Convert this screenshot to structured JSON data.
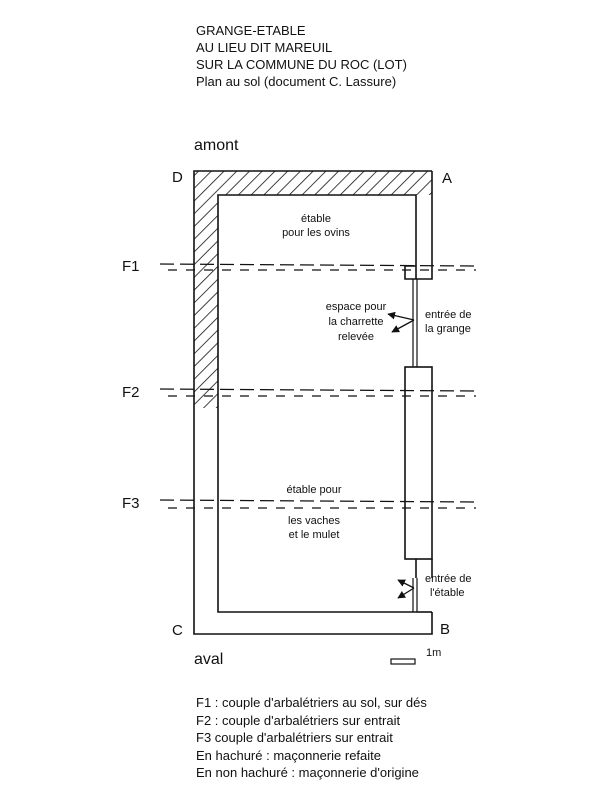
{
  "title": {
    "lines": [
      "GRANGE-ETABLE",
      "AU LIEU DIT MAREUIL",
      "SUR LA COMMUNE DU ROC (LOT)",
      "Plan au sol (document C. Lassure)"
    ]
  },
  "plan": {
    "amont": "amont",
    "aval": "aval",
    "corners": {
      "A": "A",
      "B": "B",
      "C": "C",
      "D": "D"
    },
    "trusses": {
      "f1": "F1",
      "f2": "F2",
      "f3": "F3"
    },
    "rooms": {
      "ovins_line1": "étable",
      "ovins_line2": "pour les ovins",
      "vaches_line1": "étable pour",
      "vaches_line2": "les vaches",
      "vaches_line3": "et le mulet"
    },
    "annotations": {
      "charrette_line1": "espace pour",
      "charrette_line2": "la charrette",
      "charrette_line3": "relevée",
      "grange_line1": "entrée de",
      "grange_line2": "la grange",
      "etable_line1": "entrée de",
      "etable_line2": "l'étable"
    },
    "scale": "1m"
  },
  "legend": {
    "lines": [
      "F1 : couple d'arbalétriers au sol, sur dés",
      "F2 : couple d'arbalétriers sur entrait",
      "F3 couple d'arbalétriers sur entrait",
      "En hachuré : maçonnerie refaite",
      "En non hachuré : maçonnerie d'origine"
    ]
  }
}
